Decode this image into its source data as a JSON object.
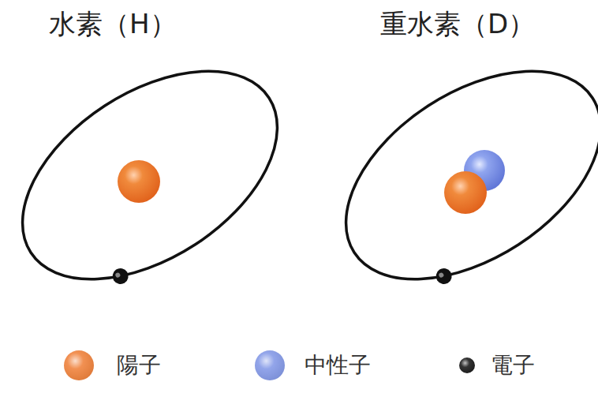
{
  "diagram": {
    "labels": [
      "水素（H）",
      "重水素（D）"
    ],
    "legend": [
      {
        "text": "陽子",
        "color": "#ef7d34"
      },
      {
        "text": "中性子",
        "color": "#7f95e6"
      },
      {
        "text": "電子",
        "color": "#111111"
      }
    ]
  }
}
